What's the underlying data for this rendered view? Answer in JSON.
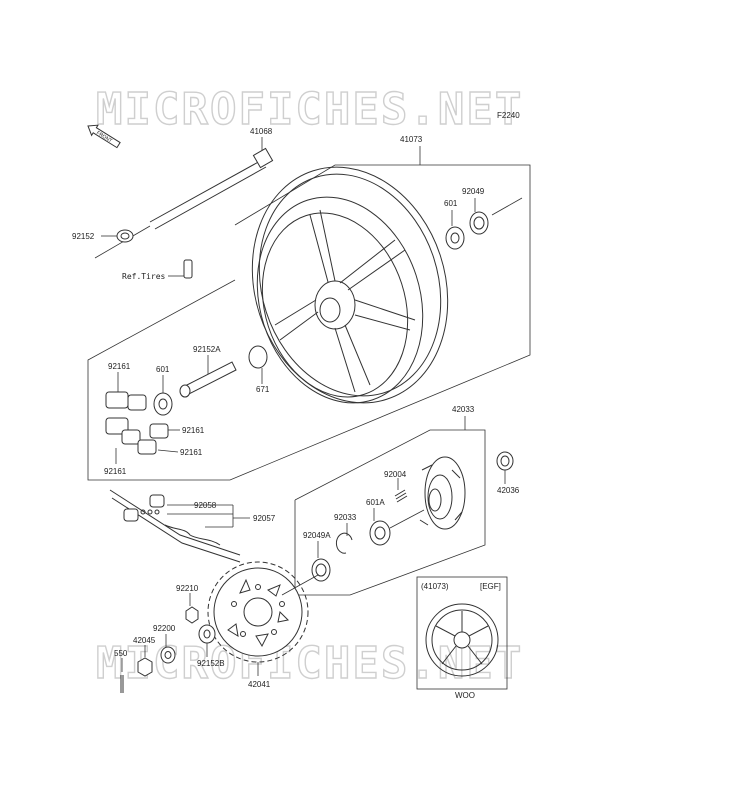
{
  "diagram_code": "F2240",
  "watermark": "MICROFICHES.NET",
  "front_label": "FRONT",
  "ref_label": "Ref.Tires",
  "inset": {
    "code": "(41073)",
    "variant": "[EGF]",
    "caption": "WOO"
  },
  "labels": {
    "p41068": "41068",
    "p41073": "41073",
    "p92049": "92049",
    "p601_top": "601",
    "p92152": "92152",
    "p92152A": "92152A",
    "p671": "671",
    "p92161_a": "92161",
    "p601_left": "601",
    "p92161_b": "92161",
    "p92161_c": "92161",
    "p92161_d": "92161",
    "p42033": "42033",
    "p92004": "92004",
    "p601A": "601A",
    "p42036": "42036",
    "p92058": "92058",
    "p92057": "92057",
    "p92033": "92033",
    "p92049A": "92049A",
    "p92210": "92210",
    "p92200": "92200",
    "p42045": "42045",
    "p550": "550",
    "p92152B": "92152B",
    "p42041": "42041"
  }
}
